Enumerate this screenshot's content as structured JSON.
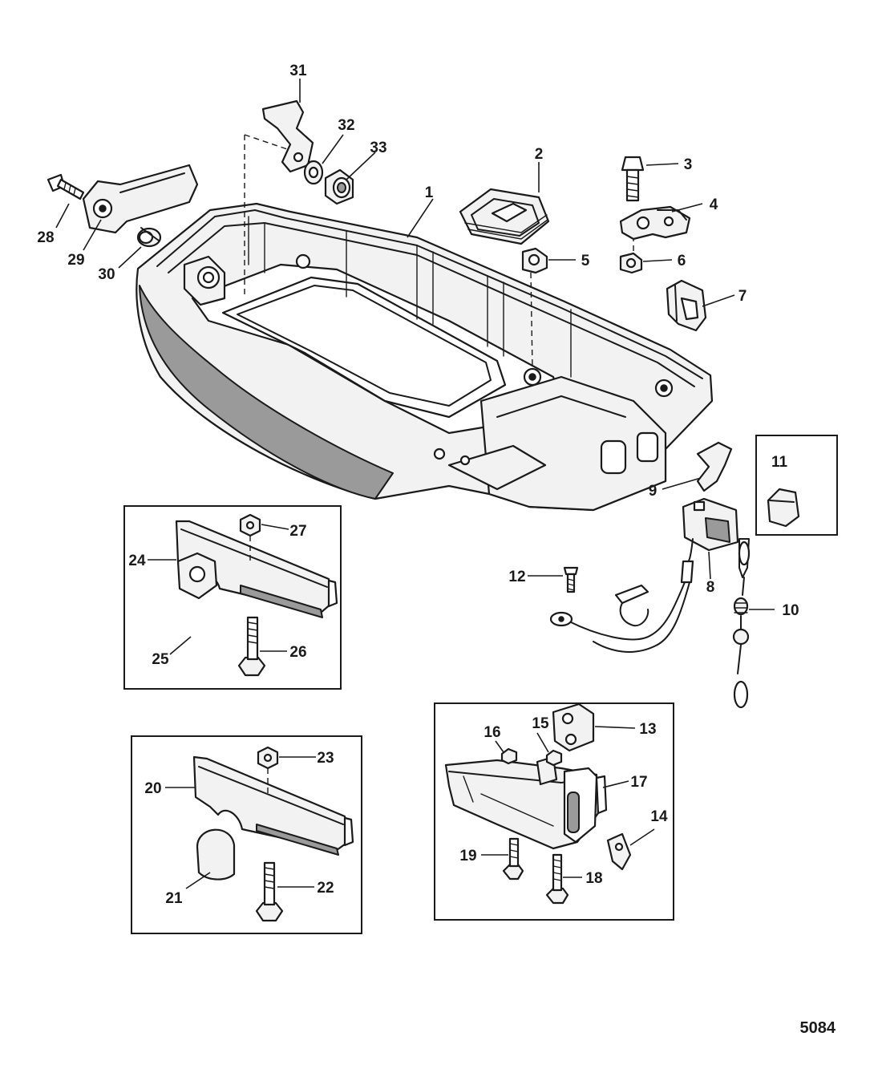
{
  "figure_number": "5084",
  "callouts": [
    "1",
    "2",
    "3",
    "4",
    "5",
    "6",
    "7",
    "8",
    "9",
    "10",
    "11",
    "12",
    "13",
    "14",
    "15",
    "16",
    "17",
    "18",
    "19",
    "20",
    "21",
    "22",
    "23",
    "24",
    "25",
    "26",
    "27",
    "28",
    "29",
    "30",
    "31",
    "32",
    "33"
  ]
}
